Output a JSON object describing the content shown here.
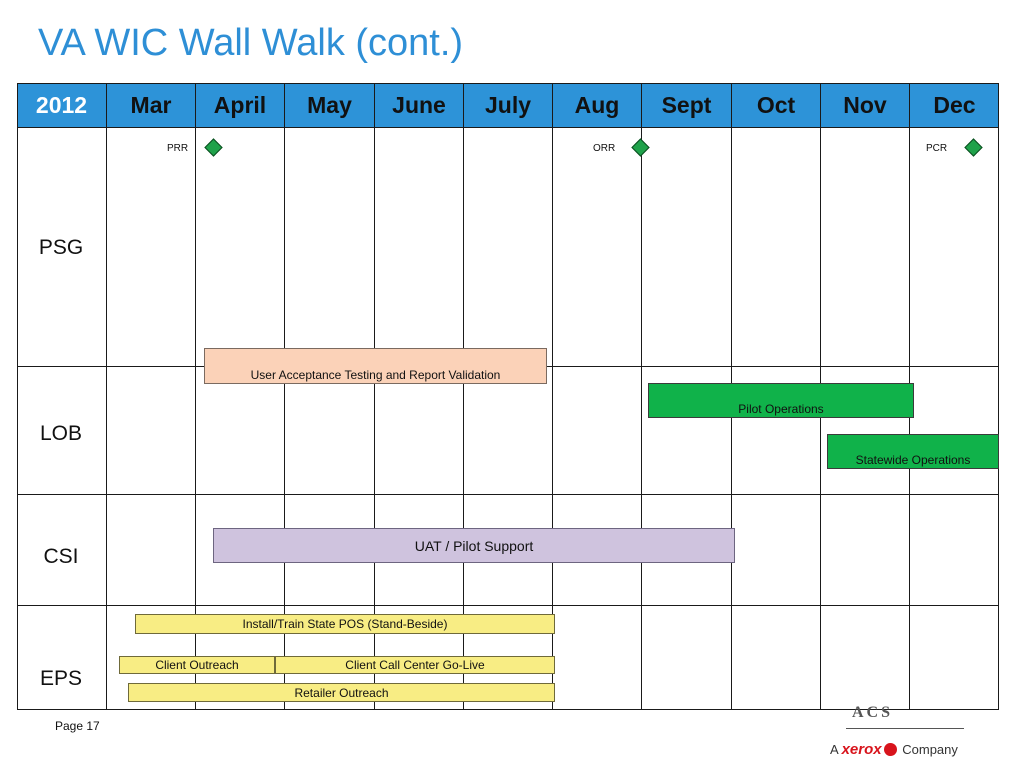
{
  "title": "VA WIC Wall Walk (cont.)",
  "header": [
    "2012",
    "Mar",
    "April",
    "May",
    "June",
    "July",
    "Aug",
    "Sept",
    "Oct",
    "Nov",
    "Dec"
  ],
  "rows": [
    "PSG",
    "LOB",
    "CSI",
    "EPS"
  ],
  "milestones": [
    "PRR",
    "ORR",
    "PCR"
  ],
  "bars": {
    "uat_report": "User Acceptance Testing and  Report Validation",
    "pilot_ops": "Pilot Operations",
    "statewide_ops": "Statewide Operations",
    "uat_pilot_support": "UAT / Pilot Support",
    "install_train": "Install/Train State POS (Stand-Beside)",
    "client_outreach": "Client Outreach",
    "call_center": "Client Call Center Go-Live",
    "retailer_outreach": "Retailer Outreach"
  },
  "footer": {
    "page": "Page 17",
    "logo_acs": "ACS",
    "logo_prefix": "A",
    "logo_brand": "xerox",
    "logo_suffix": "Company"
  },
  "colors": {
    "header_blue": "#2d93d8",
    "title_blue": "#2e8fd6",
    "milestone_green": "#1fa24a",
    "bar_salmon": "#fbd2b8",
    "bar_green": "#10b24a",
    "bar_lavender": "#cfc3de",
    "bar_yellow": "#f8ed84"
  }
}
